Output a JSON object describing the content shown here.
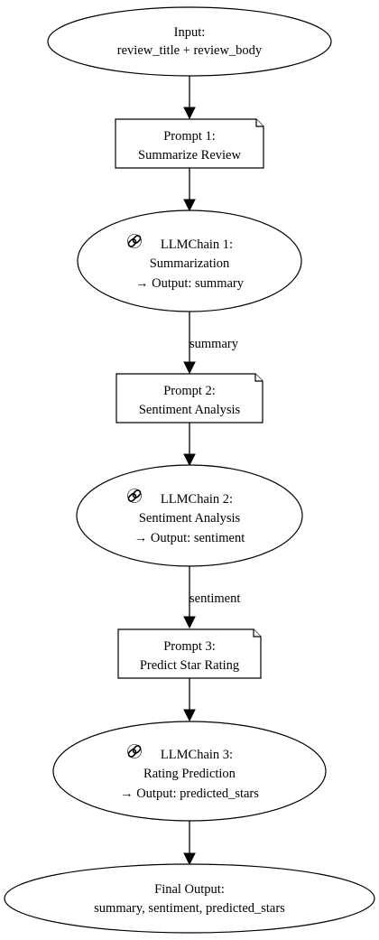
{
  "nodes": {
    "input": {
      "line1": "Input:",
      "line2": "review_title + review_body"
    },
    "prompt1": {
      "line1": "Prompt 1:",
      "line2": "Summarize Review"
    },
    "chain1": {
      "icon": "link-icon",
      "line1": "LLMChain 1:",
      "line2": "Summarization",
      "line3": "→ Output: summary"
    },
    "prompt2": {
      "line1": "Prompt 2:",
      "line2": "Sentiment Analysis"
    },
    "chain2": {
      "icon": "link-icon",
      "line1": "LLMChain 2:",
      "line2": "Sentiment Analysis",
      "line3": "→ Output: sentiment"
    },
    "prompt3": {
      "line1": "Prompt 3:",
      "line2": "Predict Star Rating"
    },
    "chain3": {
      "icon": "link-icon",
      "line1": "LLMChain 3:",
      "line2": "Rating Prediction",
      "line3": "→ Output: predicted_stars"
    },
    "final": {
      "line1": "Final Output:",
      "line2": "summary, sentiment, predicted_stars"
    }
  },
  "edges": {
    "chain1_to_prompt2": "summary",
    "chain2_to_prompt3": "sentiment"
  }
}
